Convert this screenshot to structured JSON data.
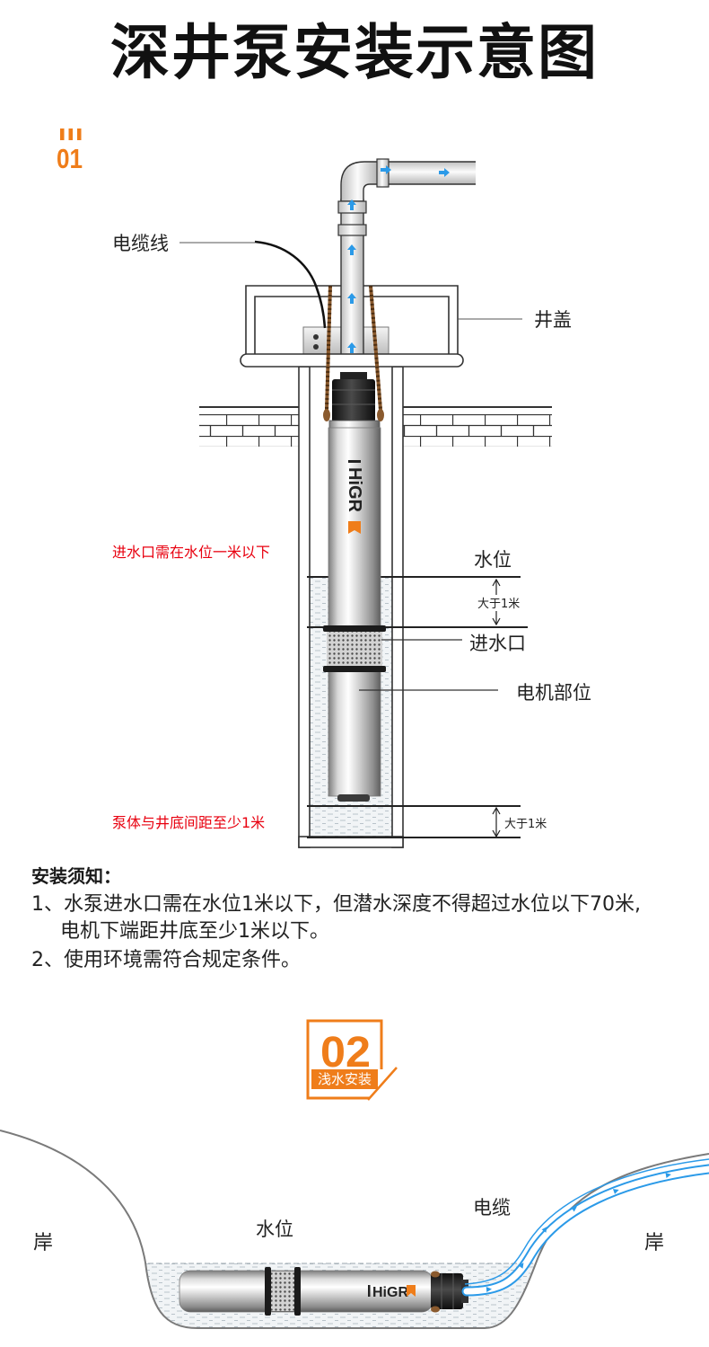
{
  "title": "深井泵安装示意图",
  "colors": {
    "accent": "#ef7d1a",
    "warning": "#e8000f",
    "flow": "#2b9ae8",
    "rope": "#8a5a2e"
  },
  "deep_well": {
    "section_number": "01",
    "brand": "HiGR",
    "labels": {
      "cable": "电缆线",
      "well_cover": "井盖",
      "water_level": "水位",
      "depth_above_inlet": "大于1米",
      "water_inlet": "进水口",
      "motor_section": "电机部位",
      "gap_to_bottom": "大于1米"
    },
    "warnings": {
      "inlet_depth": "进水口需在水位一米以下",
      "bottom_clearance": "泵体与井底间距至少1米"
    }
  },
  "notes": {
    "heading": "安装须知：",
    "lines": [
      "1、水泵进水口需在水位1米以下，但潜水深度不得超过水位以下70米,",
      "电机下端距井底至少1米以下。",
      "2、使用环境需符合规定条件。"
    ]
  },
  "shallow_water": {
    "section_number": "02",
    "caption": "浅水安装",
    "brand": "HiGR",
    "labels": {
      "bank_left": "岸",
      "water_level": "水位",
      "cable": "电缆",
      "bank_right": "岸"
    }
  }
}
